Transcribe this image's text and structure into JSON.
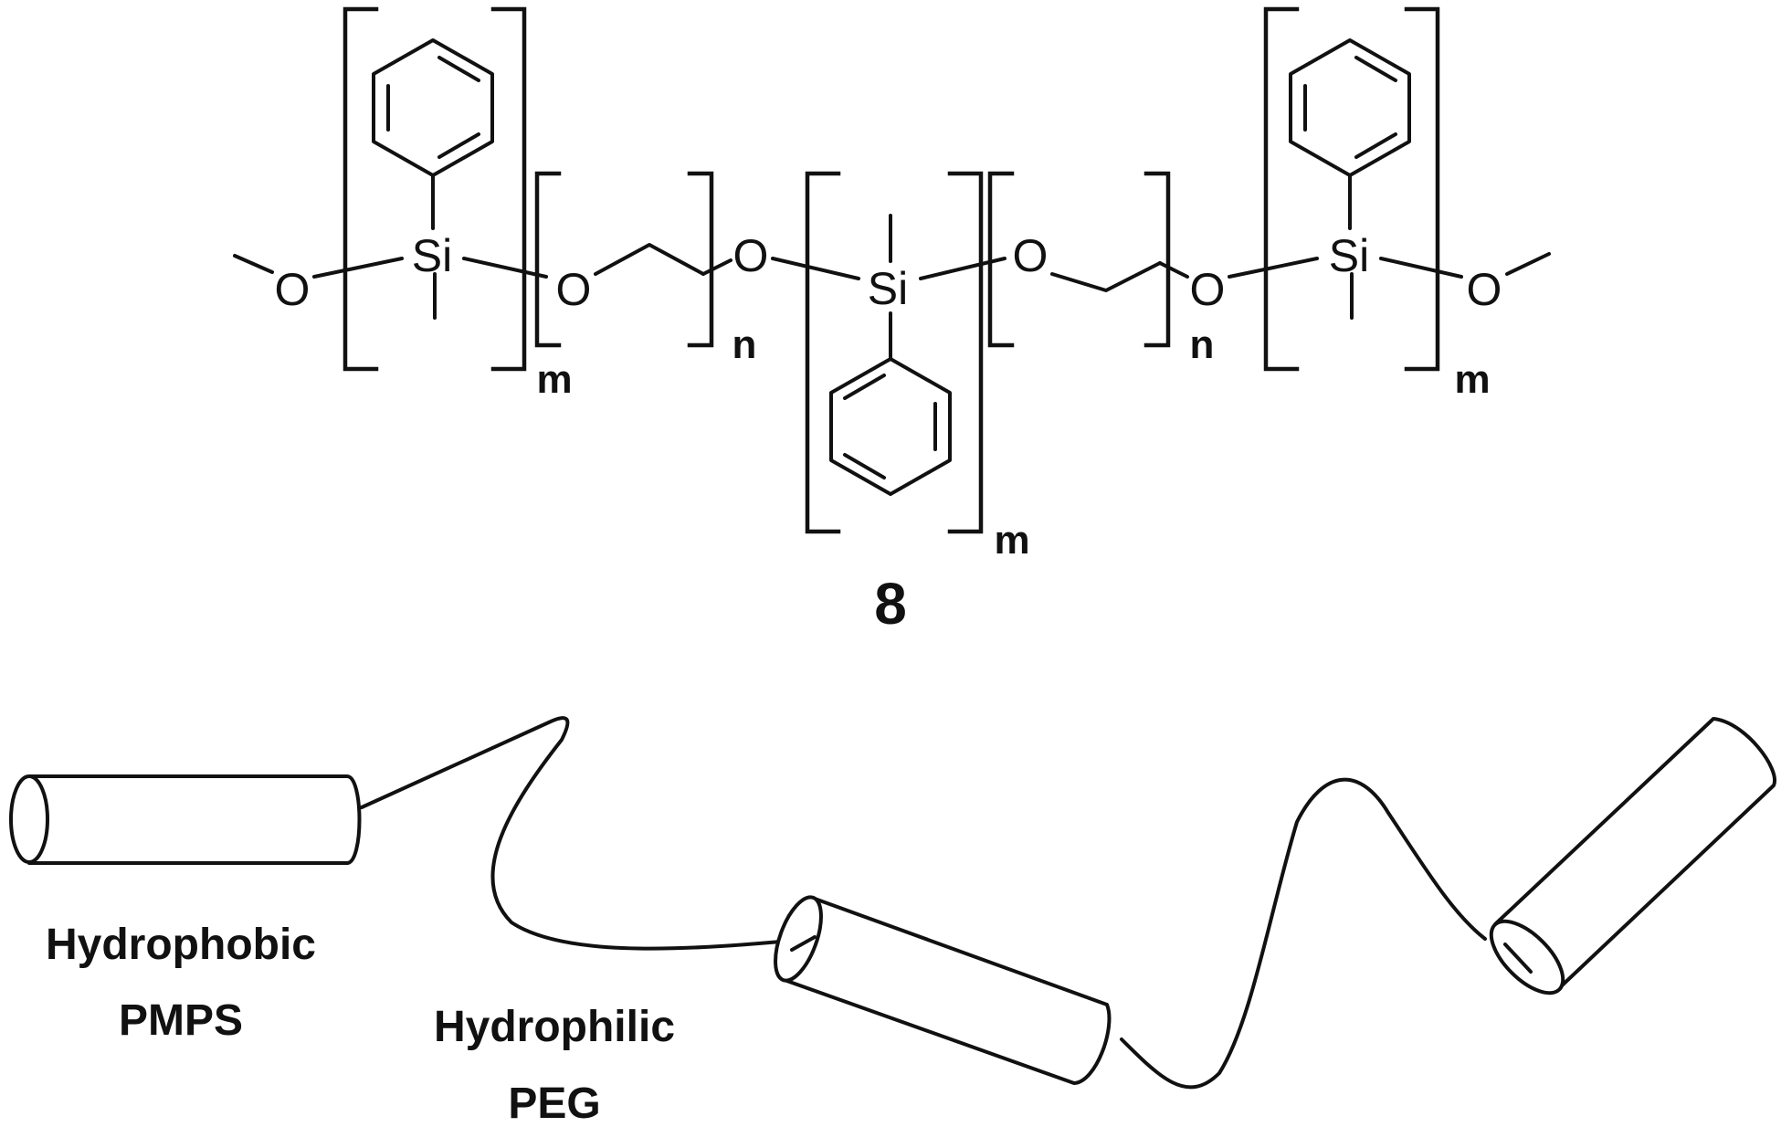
{
  "structure": {
    "atoms": {
      "o_left_end": "O",
      "si_left": "Si",
      "o_peg1_start": "O",
      "o_peg1_end": "O",
      "si_center": "Si",
      "o_peg2_start": "O",
      "o_peg2_end": "O",
      "si_right": "Si",
      "o_right_end": "O"
    },
    "subscripts": {
      "m_left": "m",
      "n_first": "n",
      "m_center": "m",
      "n_second": "n",
      "m_right": "m"
    },
    "compound_number": "8"
  },
  "cartoon": {
    "label_pmps_line1": "Hydrophobic",
    "label_pmps_line2": "PMPS",
    "label_peg_line1": "Hydrophilic",
    "label_peg_line2": "PEG"
  }
}
